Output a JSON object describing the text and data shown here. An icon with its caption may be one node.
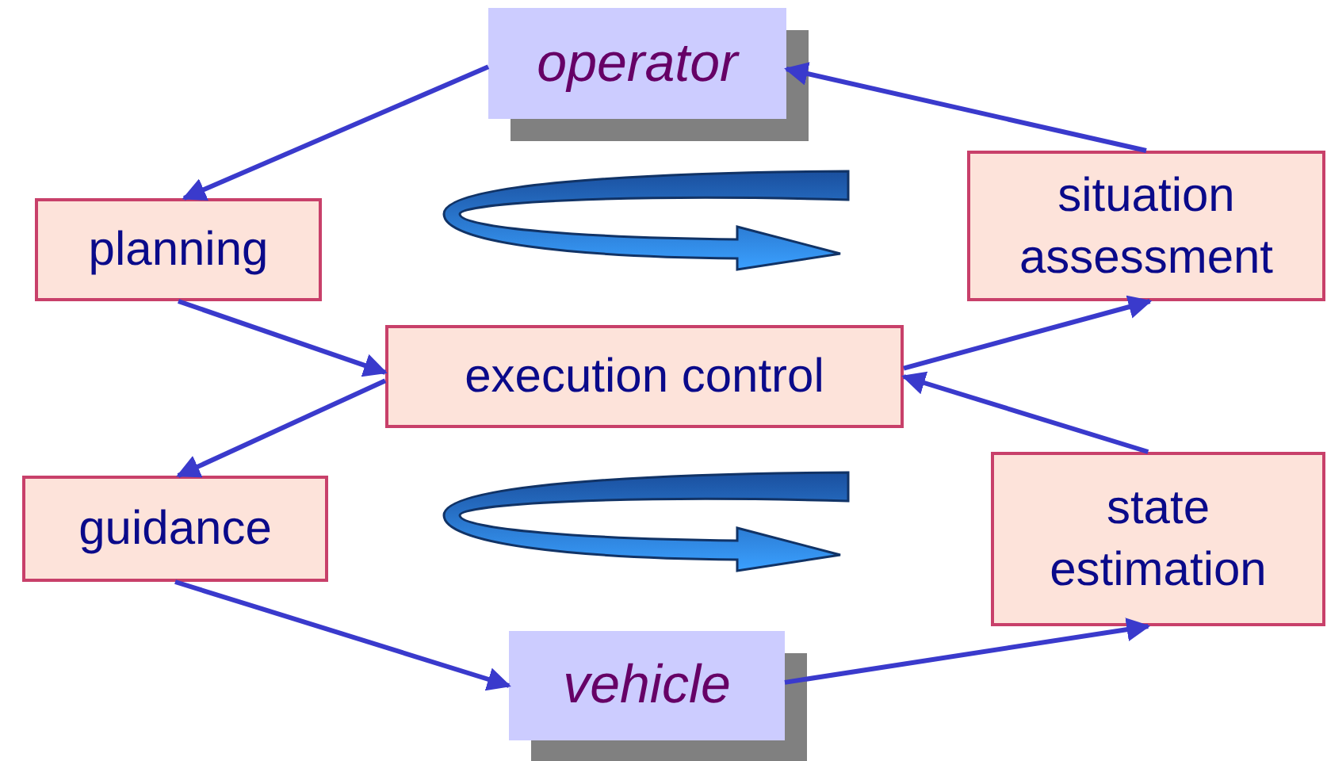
{
  "diagram": {
    "nodes": [
      {
        "text": [
          "operator"
        ]
      },
      {
        "text": [
          "planning"
        ]
      },
      {
        "text": [
          "situation assessment"
        ]
      },
      {
        "text": [
          "execution control"
        ]
      },
      {
        "text": [
          "guidance"
        ]
      },
      {
        "text": [
          "state estimation"
        ]
      },
      {
        "text": [
          "vehicle"
        ]
      }
    ],
    "edges": [
      {
        "from": 0,
        "to": 1,
        "arrow": "to"
      },
      {
        "from": 1,
        "to": 3,
        "arrow": "to"
      },
      {
        "from": 3,
        "to": 4,
        "arrow": "to"
      },
      {
        "from": 4,
        "to": 6,
        "arrow": "to"
      },
      {
        "from": 6,
        "to": 5,
        "arrow": "to"
      },
      {
        "from": 5,
        "to": 3,
        "arrow": "to"
      },
      {
        "from": 3,
        "to": 2,
        "arrow": "to"
      },
      {
        "from": 2,
        "to": 0,
        "arrow": "to"
      }
    ]
  }
}
